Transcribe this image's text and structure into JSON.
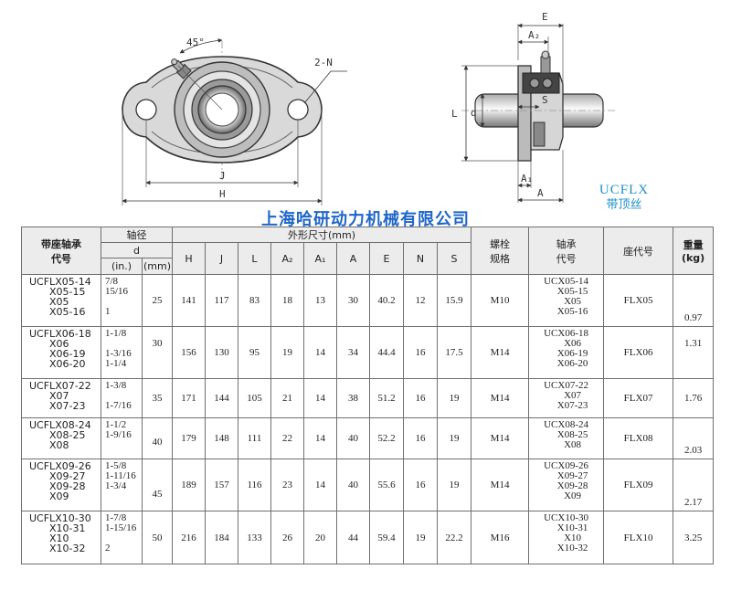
{
  "drawing": {
    "angle_label": "45°",
    "hole_label": "2-N",
    "front_dims": {
      "J": "J",
      "H": "H"
    },
    "side_dims": {
      "E": "E",
      "A2": "A₂",
      "L": "L",
      "d": "d",
      "S": "S",
      "A1": "A₁",
      "A": "A"
    }
  },
  "model": {
    "code": "UCFLX",
    "subtitle": "带顶丝"
  },
  "company": "上海哈研动力机械有限公司",
  "table": {
    "headers": {
      "housing_code": [
        "带座轴承",
        "代号"
      ],
      "bore": "轴径",
      "d": "d",
      "in": "(in.)",
      "mm": "(mm)",
      "dims": "外形尺寸(mm)",
      "H": "H",
      "J": "J",
      "L": "L",
      "A2": "A₂",
      "A1": "A₁",
      "A": "A",
      "E": "E",
      "N": "N",
      "S": "S",
      "bolt": [
        "螺栓",
        "规格"
      ],
      "bearing": [
        "轴承",
        "代号"
      ],
      "housing": "座代号",
      "weight": [
        "重量",
        "(kg)"
      ]
    },
    "rows": [
      {
        "codes": [
          "UCFLX05-14",
          "X05-15",
          "X05",
          "X05-16"
        ],
        "inches": [
          "7/8",
          "15/16",
          "",
          "1"
        ],
        "mm": "25",
        "H": "141",
        "J": "117",
        "L": "83",
        "A2": "18",
        "A1": "13",
        "A": "30",
        "E": "40.2",
        "N": "12",
        "S": "15.9",
        "bolt": "M10",
        "bearings": [
          "UCX05-14",
          "X05-15",
          "X05",
          "X05-16"
        ],
        "housing": "FLX05",
        "weight": "0.97"
      },
      {
        "codes": [
          "UCFLX06-18",
          "X06",
          "X06-19",
          "X06-20"
        ],
        "inches": [
          "1-1/8",
          "",
          "1-3/16",
          "1-1/4"
        ],
        "mm": "30",
        "H": "156",
        "J": "130",
        "L": "95",
        "A2": "19",
        "A1": "14",
        "A": "34",
        "E": "44.4",
        "N": "16",
        "S": "17.5",
        "bolt": "M14",
        "bearings": [
          "UCX06-18",
          "X06",
          "X06-19",
          "X06-20"
        ],
        "housing": "FLX06",
        "weight": "1.31"
      },
      {
        "codes": [
          "UCFLX07-22",
          "X07",
          "X07-23"
        ],
        "inches": [
          "1-3/8",
          "",
          "1-7/16"
        ],
        "mm": "35",
        "H": "171",
        "J": "144",
        "L": "105",
        "A2": "21",
        "A1": "14",
        "A": "38",
        "E": "51.2",
        "N": "16",
        "S": "19",
        "bolt": "M14",
        "bearings": [
          "UCX07-22",
          "X07",
          "X07-23"
        ],
        "housing": "FLX07",
        "weight": "1.76"
      },
      {
        "codes": [
          "UCFLX08-24",
          "X08-25",
          "X08"
        ],
        "inches": [
          "1-1/2",
          "1-9/16",
          ""
        ],
        "mm": "40",
        "H": "179",
        "J": "148",
        "L": "111",
        "A2": "22",
        "A1": "14",
        "A": "40",
        "E": "52.2",
        "N": "16",
        "S": "19",
        "bolt": "M14",
        "bearings": [
          "UCX08-24",
          "X08-25",
          "X08"
        ],
        "housing": "FLX08",
        "weight": "2.03"
      },
      {
        "codes": [
          "UCFLX09-26",
          "X09-27",
          "X09-28",
          "X09"
        ],
        "inches": [
          "1-5/8",
          "1-11/16",
          "1-3/4",
          ""
        ],
        "mm": "45",
        "H": "189",
        "J": "157",
        "L": "116",
        "A2": "23",
        "A1": "14",
        "A": "40",
        "E": "55.6",
        "N": "16",
        "S": "19",
        "bolt": "M14",
        "bearings": [
          "UCX09-26",
          "X09-27",
          "X09-28",
          "X09"
        ],
        "housing": "FLX09",
        "weight": "2.17"
      },
      {
        "codes": [
          "UCFLX10-30",
          "X10-31",
          "X10",
          "X10-32"
        ],
        "inches": [
          "1-7/8",
          "1-15/16",
          "",
          "2"
        ],
        "mm": "50",
        "H": "216",
        "J": "184",
        "L": "133",
        "A2": "26",
        "A1": "20",
        "A": "44",
        "E": "59.4",
        "N": "19",
        "S": "22.2",
        "bolt": "M16",
        "bearings": [
          "UCX10-30",
          "X10-31",
          "X10",
          "X10-32"
        ],
        "housing": "FLX10",
        "weight": "3.25"
      }
    ]
  }
}
